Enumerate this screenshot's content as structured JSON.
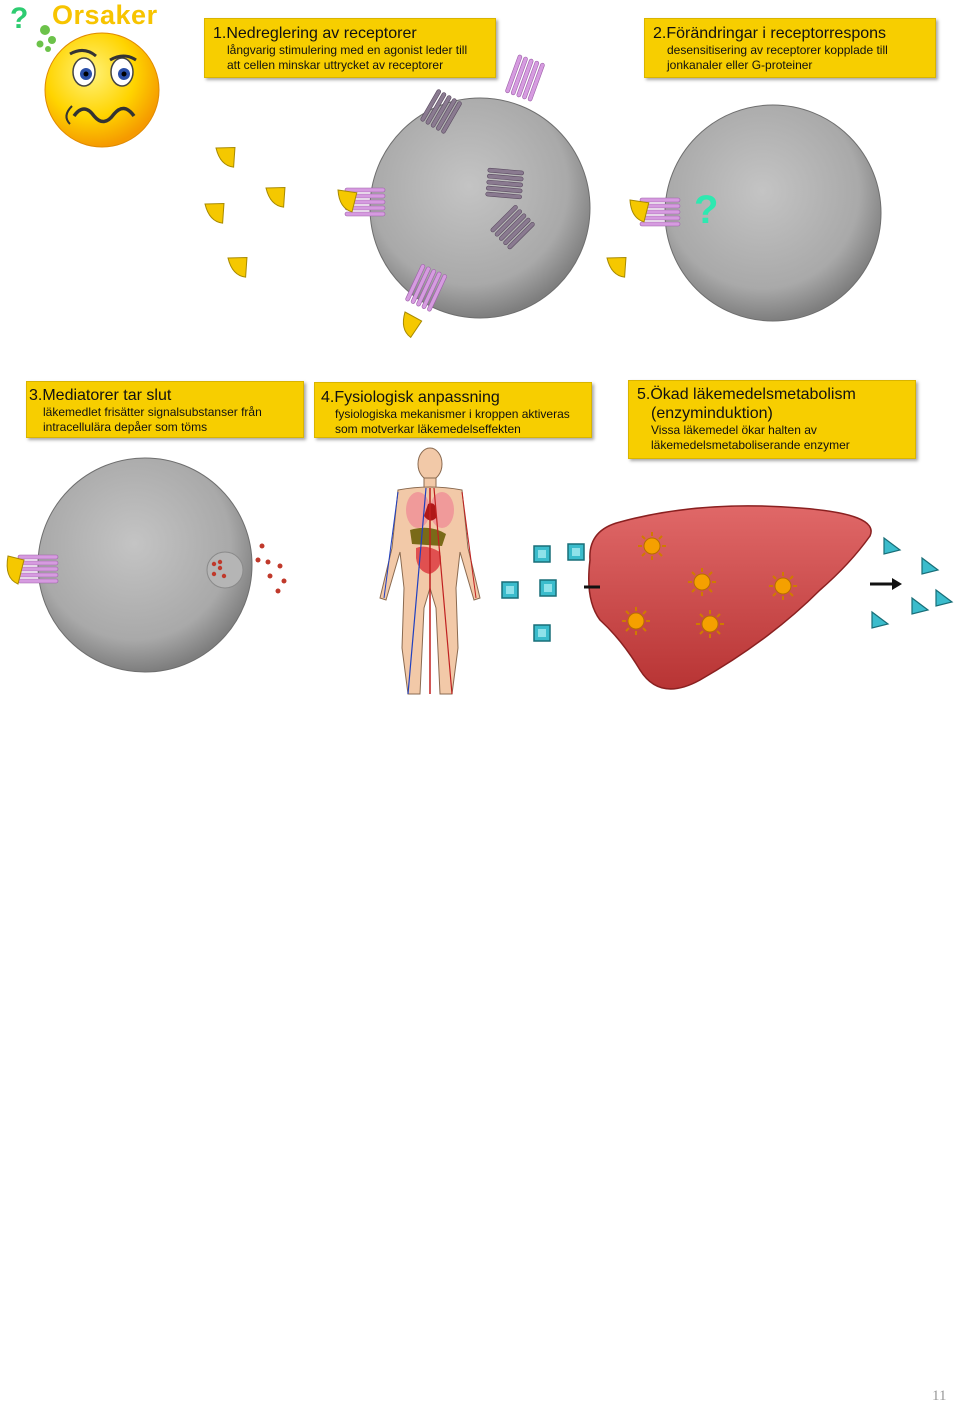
{
  "header": {
    "title": "Orsaker",
    "question_mark": "?"
  },
  "boxes": [
    {
      "number": "1.",
      "title": "Nedreglering av receptorer",
      "line1": "långvarig stimulering med en agonist leder till",
      "line2": "att cellen minskar uttrycket av receptorer"
    },
    {
      "number": "2.",
      "title": "Förändringar i receptorrespons",
      "line1": "desensitisering av receptorer kopplade till",
      "line2": "jonkanaler eller G-proteiner"
    },
    {
      "number": "3.",
      "title": "Mediatorer tar slut",
      "line1": "läkemedlet frisätter signalsubstanser från",
      "line2": "intracellulära depåer som töms"
    },
    {
      "number": "4.",
      "title": "Fysiologisk anpassning",
      "line1": "fysiologiska mekanismer i kroppen aktiveras",
      "line2": "som motverkar läkemedelseffekten"
    },
    {
      "number": "5.",
      "title": "Ökad läkemedelsmetabolism",
      "title2": "(enzyminduktion)",
      "line1": "Vissa läkemedel ökar halten av",
      "line2": "läkemedelsmetaboliserande enzymer"
    }
  ],
  "illustration_marks": {
    "receptor_question": "?"
  },
  "colors": {
    "box_fill": "#f7ce00",
    "cell_gray": "#a8a8a8",
    "receptor_violet": "#d69be0",
    "agonist_yellow": "#f5c800",
    "liver_red": "#c94040",
    "metabolite_teal": "#3bbccc"
  },
  "footer": {
    "page_number": "11"
  }
}
